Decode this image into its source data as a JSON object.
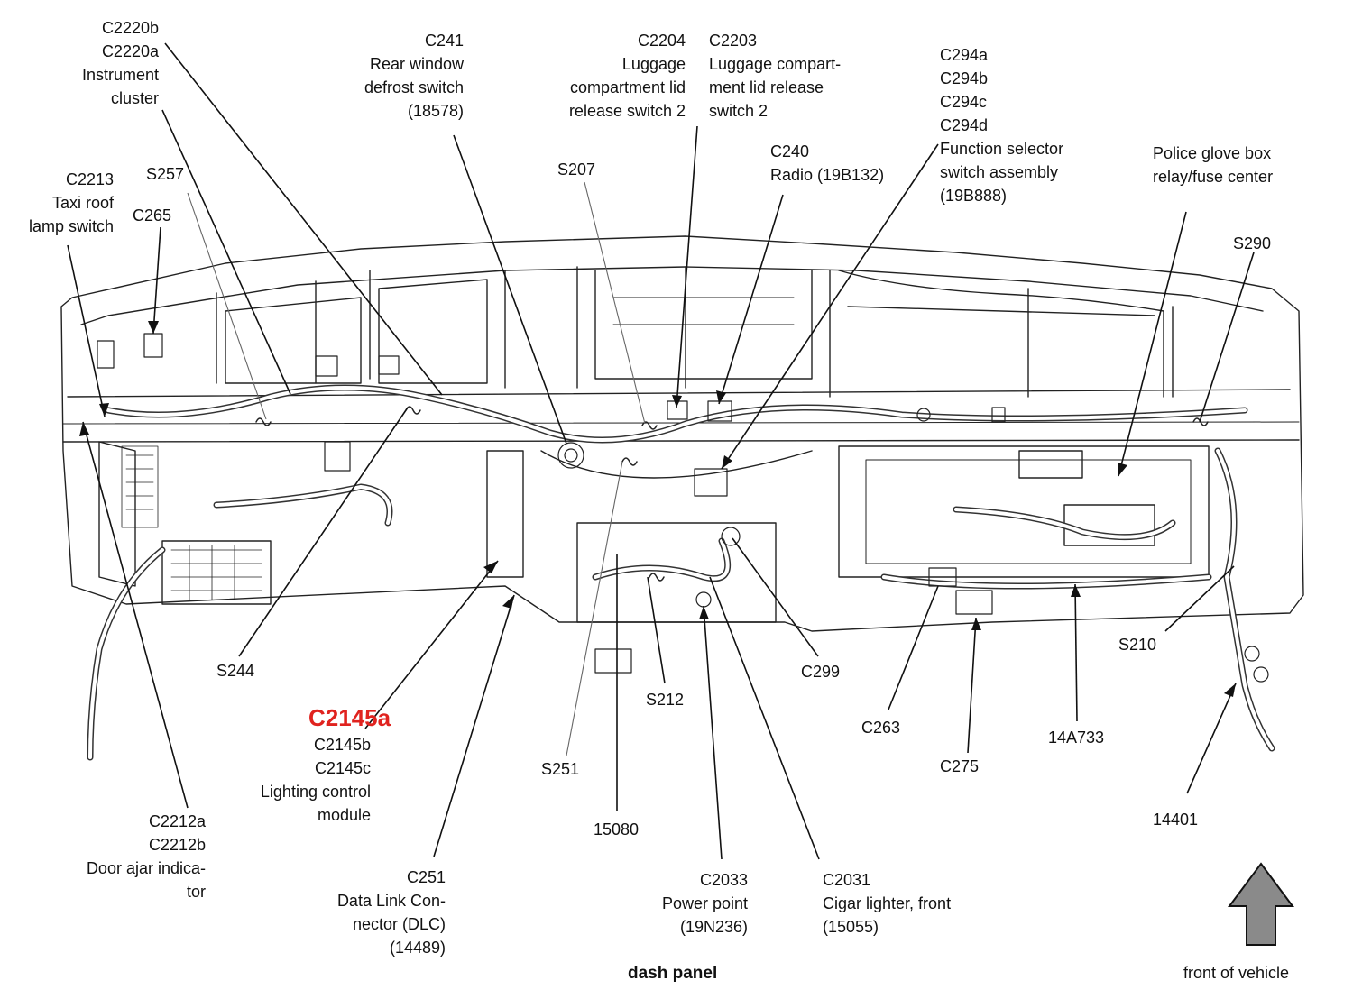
{
  "labels": {
    "c2220": "C2220b\nC2220a\nInstrument\ncluster",
    "c241": "C241\nRear window\ndefrost switch\n(18578)",
    "c2204": "C2204\nLuggage\ncompartment lid\nrelease switch 2",
    "c2203": "C2203\nLuggage compart-\nment lid release\nswitch 2",
    "c294": "C294a\nC294b\nC294c\nC294d\nFunction selector\nswitch assembly\n(19B888)",
    "c240": "C240\nRadio (19B132)",
    "police": "Police glove box\nrelay/fuse center",
    "c2213": "C2213\nTaxi roof\nlamp switch",
    "s257": "S257",
    "c265": "C265",
    "s207": "S207",
    "s290": "S290",
    "s244": "S244",
    "c2145a": "C2145a",
    "c2145rest": "C2145b\nC2145c\nLighting control\nmodule",
    "c2212": "C2212a\nC2212b\nDoor ajar indica-\ntor",
    "c251": "C251\nData Link Con-\nnector (DLC)\n(14489)",
    "s251": "S251",
    "n15080": "15080",
    "s212": "S212",
    "c299": "C299",
    "c2033": "C2033\nPower point\n(19N236)",
    "c2031": "C2031\nCigar lighter, front\n(15055)",
    "c263": "C263",
    "c275": "C275",
    "n14a733": "14A733",
    "s210": "S210",
    "n14401": "14401",
    "caption": "dash panel",
    "front": "front of vehicle"
  },
  "colors": {
    "highlight": "#e0231f",
    "arrow_fill": "#8a8a8a"
  }
}
